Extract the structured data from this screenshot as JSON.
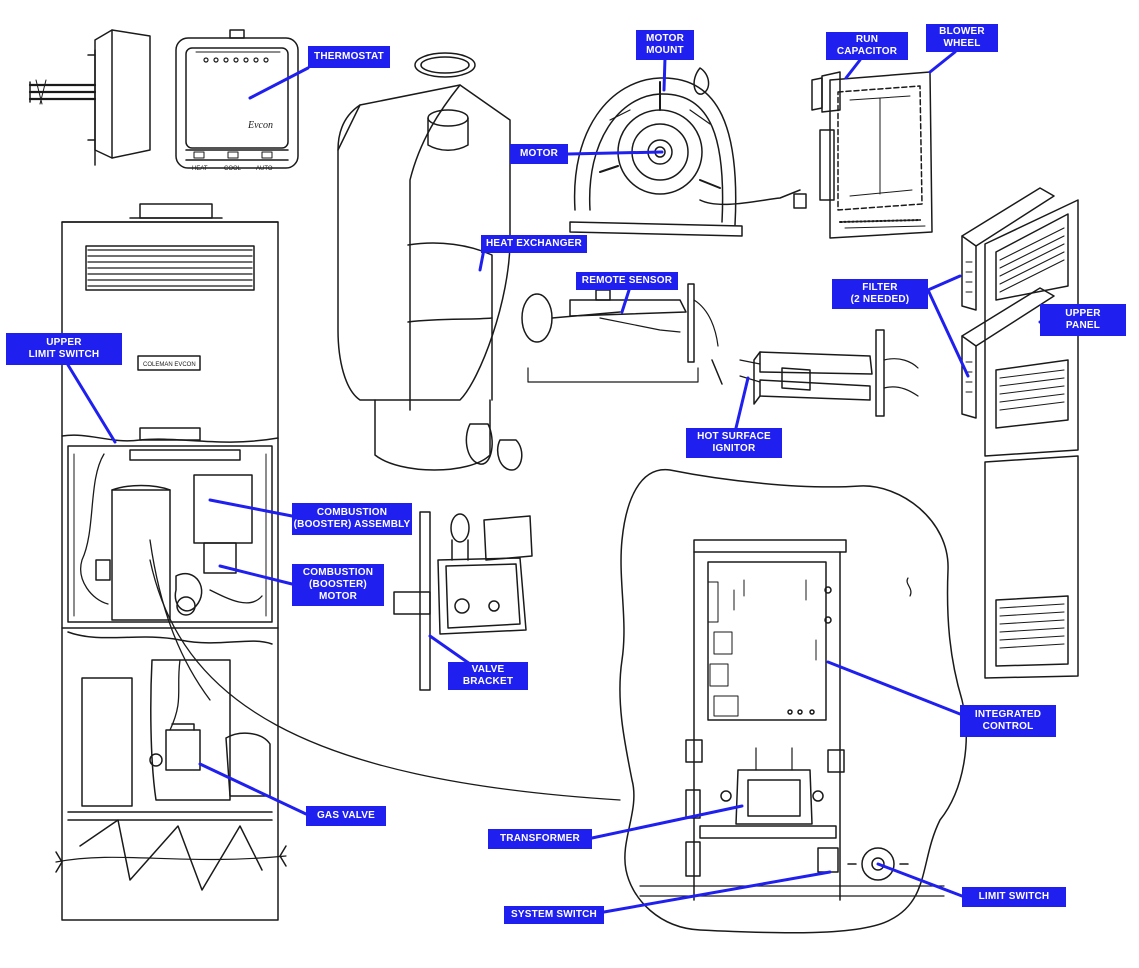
{
  "colors": {
    "label_bg": "#1f1ff0",
    "label_text": "#ffffff",
    "leader": "#1f1ff0",
    "drawing": "#1a1a1a"
  },
  "labels": {
    "thermostat": {
      "lines": [
        "THERMOSTAT"
      ]
    },
    "motor_mount": {
      "lines": [
        "MOTOR",
        "MOUNT"
      ]
    },
    "run_capacitor": {
      "lines": [
        "RUN",
        "CAPACITOR"
      ]
    },
    "blower_wheel": {
      "lines": [
        "BLOWER",
        "WHEEL"
      ]
    },
    "motor": {
      "lines": [
        "MOTOR"
      ]
    },
    "heat_exchanger": {
      "lines": [
        "HEAT EXCHANGER"
      ]
    },
    "remote_sensor": {
      "lines": [
        "REMOTE SENSOR"
      ]
    },
    "filter": {
      "lines": [
        "FILTER",
        "(2 NEEDED)"
      ]
    },
    "upper_panel": {
      "lines": [
        "UPPER",
        "PANEL"
      ]
    },
    "upper_limit_switch": {
      "lines": [
        "UPPER",
        "LIMIT SWITCH"
      ]
    },
    "hot_surface_ignitor": {
      "lines": [
        "HOT SURFACE",
        "IGNITOR"
      ]
    },
    "combustion_assembly": {
      "lines": [
        "COMBUSTION",
        "(BOOSTER) ASSEMBLY"
      ]
    },
    "combustion_motor": {
      "lines": [
        "COMBUSTION",
        "(BOOSTER)",
        "MOTOR"
      ]
    },
    "valve_bracket": {
      "lines": [
        "VALVE",
        "BRACKET"
      ]
    },
    "integrated_control": {
      "lines": [
        "INTEGRATED",
        "CONTROL"
      ]
    },
    "gas_valve": {
      "lines": [
        "GAS VALVE"
      ]
    },
    "transformer": {
      "lines": [
        "TRANSFORMER"
      ]
    },
    "system_switch": {
      "lines": [
        "SYSTEM SWITCH"
      ]
    },
    "limit_switch": {
      "lines": [
        "LIMIT SWITCH"
      ]
    }
  },
  "drawing_text": {
    "thermostat_brand": "Evcon",
    "thermostat_heat": "HEAT",
    "thermostat_cool": "COOL",
    "thermostat_auto": "AUTO",
    "furnace_nameplate": "COLEMAN EVCON"
  }
}
